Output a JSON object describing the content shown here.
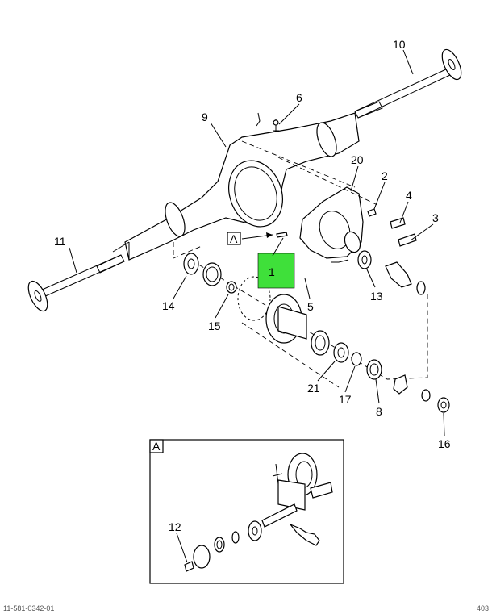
{
  "callouts": {
    "c1": "1",
    "c2": "2",
    "c3": "3",
    "c4": "4",
    "c5": "5",
    "c6": "6",
    "c8": "8",
    "c9": "9",
    "c10": "10",
    "c11": "11",
    "c12": "12",
    "c13": "13",
    "c14": "14",
    "c15": "15",
    "c16": "16",
    "c17": "17",
    "c20": "20",
    "c21": "21"
  },
  "detail_ref_label": "A",
  "detail_box_label": "A",
  "highlight_color": "#3fe03a",
  "footer": {
    "left": "11-581-0342-01",
    "right": "403"
  }
}
